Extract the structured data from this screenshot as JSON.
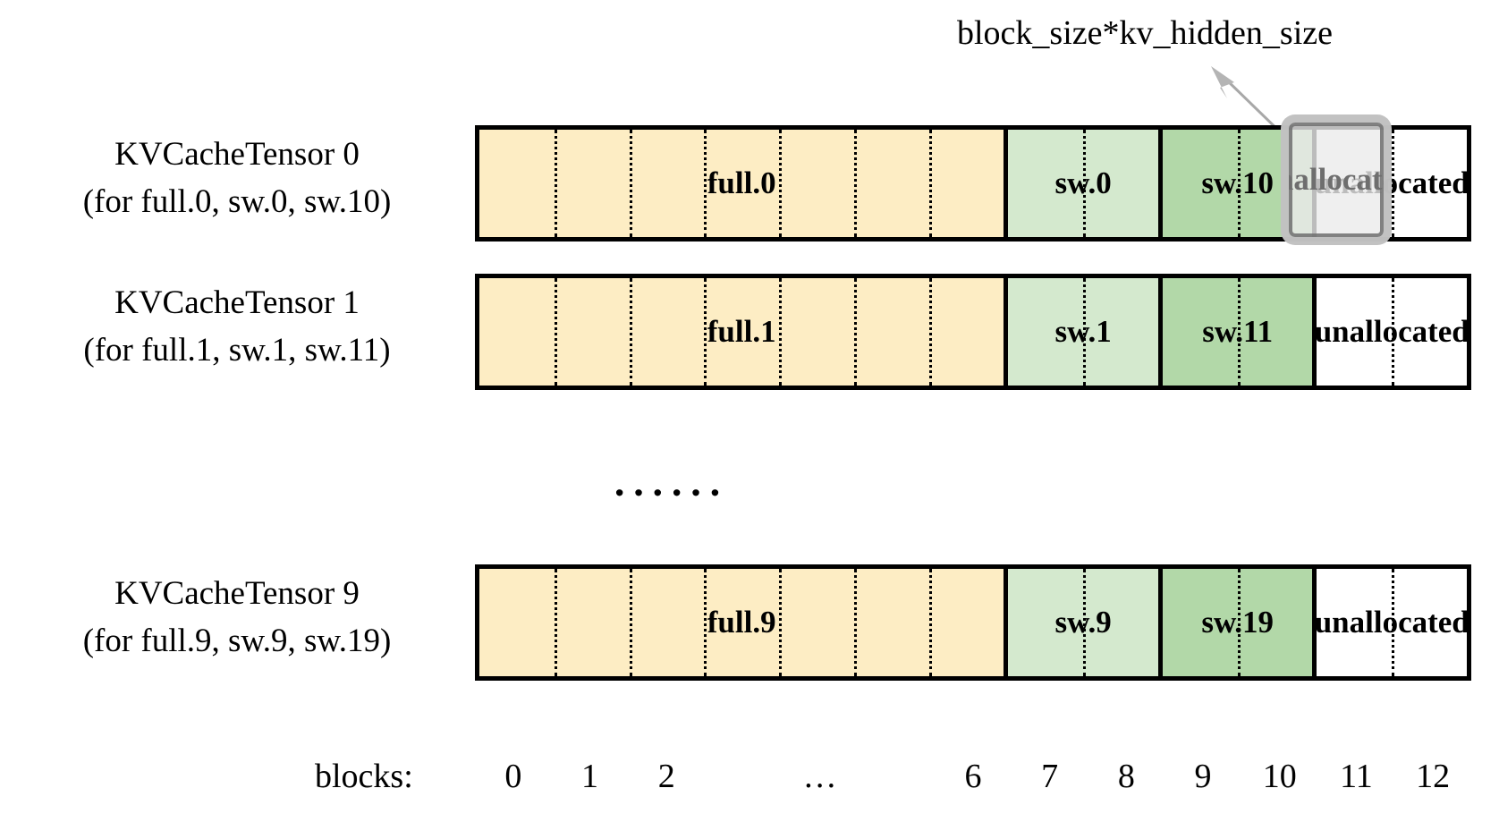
{
  "annotation": {
    "caption": "block_size*kv_hidden_size",
    "arrow_icon": "arrow-up-right-icon",
    "points_to": "block-11-of-tensor-0"
  },
  "colors": {
    "full_attention_fill": "#FDEDC4",
    "sliding_window_light_fill": "#D4E9CE",
    "sliding_window_dark_fill": "#B2D8A8",
    "unallocated_fill": "#FFFFFF",
    "border": "#000000",
    "highlight_border": "#BEBEBE",
    "highlight_text": "#6E6E6E"
  },
  "ellipsis_between_rows": "······",
  "rows": [
    {
      "id": "tensor-0",
      "title": "KVCacheTensor 0",
      "subtitle": "(for full.0, sw.0, sw.10)",
      "segments": [
        {
          "id": "full",
          "label": "full.0",
          "blocks": 7,
          "style": "full"
        },
        {
          "id": "sw-light",
          "label": "sw.0",
          "blocks": 2,
          "style": "sw-light"
        },
        {
          "id": "sw-dark",
          "label": "sw.10",
          "blocks": 2,
          "style": "sw-dark"
        },
        {
          "id": "unallocated",
          "label": "unallocated",
          "blocks": 2,
          "style": "unalloc"
        }
      ],
      "highlighted_block_label": "unallocated"
    },
    {
      "id": "tensor-1",
      "title": "KVCacheTensor 1",
      "subtitle": "(for full.1, sw.1, sw.11)",
      "segments": [
        {
          "id": "full",
          "label": "full.1",
          "blocks": 7,
          "style": "full"
        },
        {
          "id": "sw-light",
          "label": "sw.1",
          "blocks": 2,
          "style": "sw-light"
        },
        {
          "id": "sw-dark",
          "label": "sw.11",
          "blocks": 2,
          "style": "sw-dark"
        },
        {
          "id": "unallocated",
          "label": "unallocated",
          "blocks": 2,
          "style": "unalloc"
        }
      ],
      "highlighted_block_label": null
    },
    {
      "id": "tensor-9",
      "title": "KVCacheTensor 9",
      "subtitle": "(for full.9, sw.9, sw.19)",
      "segments": [
        {
          "id": "full",
          "label": "full.9",
          "blocks": 7,
          "style": "full"
        },
        {
          "id": "sw-light",
          "label": "sw.9",
          "blocks": 2,
          "style": "sw-light"
        },
        {
          "id": "sw-dark",
          "label": "sw.19",
          "blocks": 2,
          "style": "sw-dark"
        },
        {
          "id": "unallocated",
          "label": "unallocated",
          "blocks": 2,
          "style": "unalloc"
        }
      ],
      "highlighted_block_label": null
    }
  ],
  "axis": {
    "label": "blocks:",
    "ticks": [
      "0",
      "1",
      "2",
      "…",
      "6",
      "7",
      "8",
      "9",
      "10",
      "11",
      "12"
    ],
    "total_blocks": 13
  }
}
